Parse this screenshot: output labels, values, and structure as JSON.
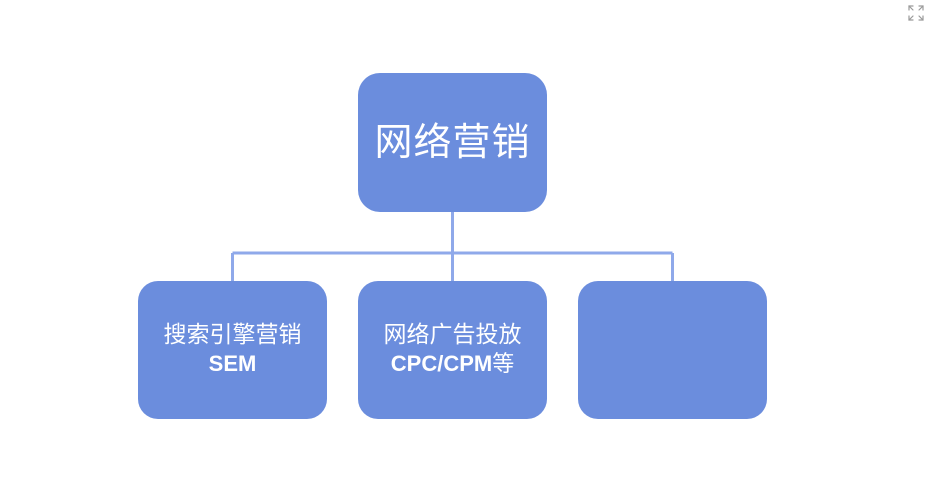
{
  "diagram": {
    "root": {
      "label": "网络营销"
    },
    "children": [
      {
        "label_line1": "搜索引擎营销",
        "label_line2": "SEM",
        "label_line2_suffix": ""
      },
      {
        "label_line1": "网络广告投放",
        "label_line2": "CPC/CPM",
        "label_line2_suffix": "等"
      },
      {
        "label_line1": "",
        "label_line2": "",
        "label_line2_suffix": ""
      }
    ]
  },
  "toolbar": {
    "expand_icon": "expand-icon"
  },
  "colors": {
    "node_fill": "#6b8ddd",
    "connector": "#8fa9ea",
    "text": "#ffffff",
    "icon": "#9a9a9a"
  }
}
